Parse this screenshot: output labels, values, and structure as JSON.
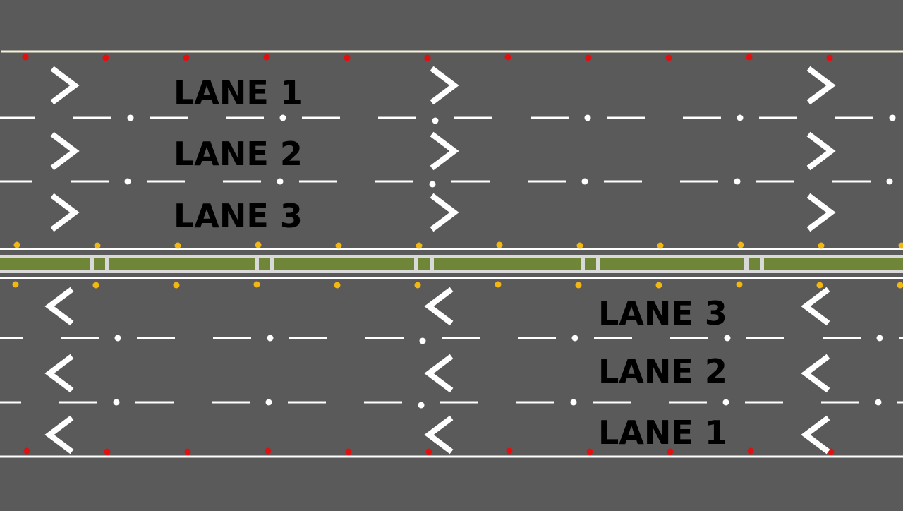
{
  "colors": {
    "asphalt": "#5a5a5a",
    "lane_marking": "#ffffff",
    "edge_line_top": "#f4f2d8",
    "edge_reflector": "#e01010",
    "median_reflector": "#f2b712",
    "median_grass": "#6f8638",
    "median_barrier": "#d9d9d9",
    "label_text": "#000000"
  },
  "icons": {
    "eastbound_arrow": "chevron-right-icon",
    "westbound_arrow": "chevron-left-icon"
  },
  "eastbound": {
    "direction": "right",
    "lanes": [
      {
        "label": "LANE 1"
      },
      {
        "label": "LANE 2"
      },
      {
        "label": "LANE 3"
      }
    ]
  },
  "westbound": {
    "direction": "left",
    "lanes": [
      {
        "label": "LANE 3"
      },
      {
        "label": "LANE 2"
      },
      {
        "label": "LANE 1"
      }
    ]
  }
}
